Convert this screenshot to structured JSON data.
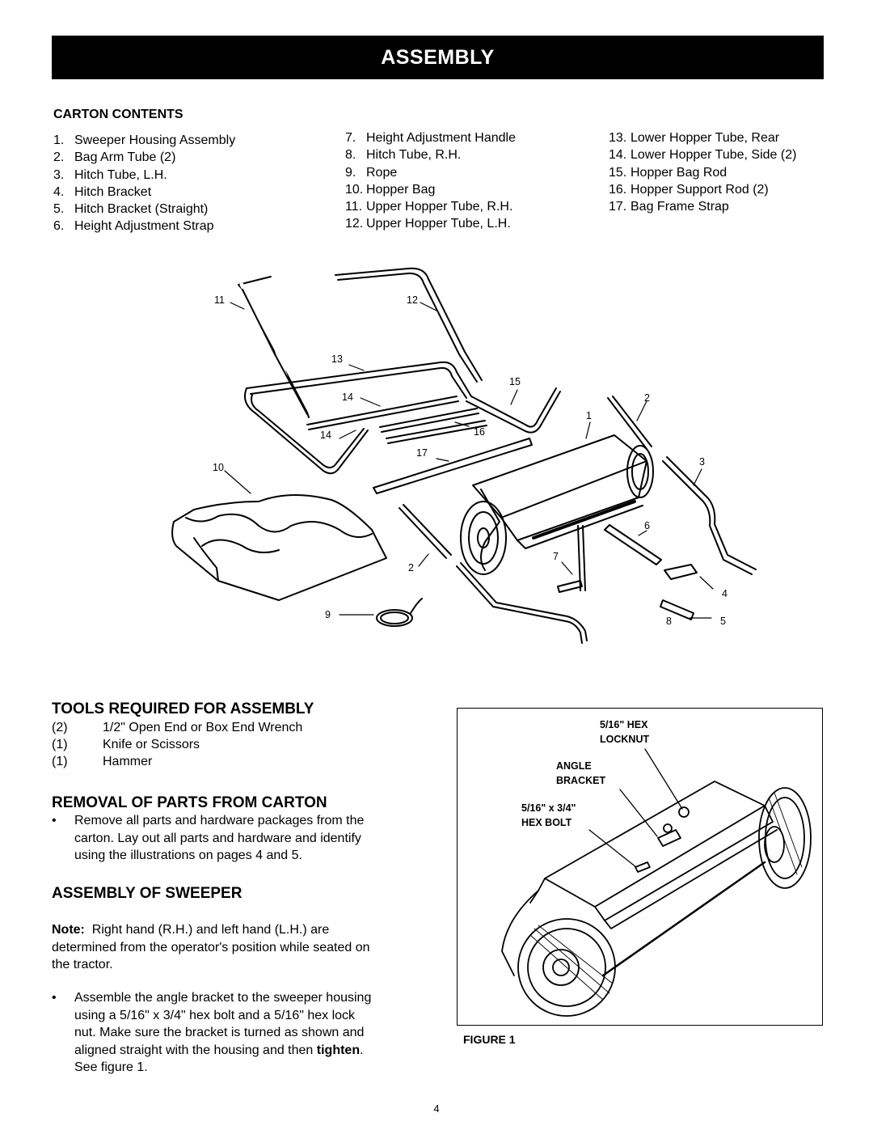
{
  "banner": "ASSEMBLY",
  "carton_contents": {
    "heading": "CARTON CONTENTS",
    "col1": [
      {
        "n": "1.",
        "t": "Sweeper Housing Assembly"
      },
      {
        "n": "2.",
        "t": "Bag Arm Tube (2)"
      },
      {
        "n": "3.",
        "t": "Hitch Tube, L.H."
      },
      {
        "n": "4.",
        "t": "Hitch Bracket"
      },
      {
        "n": "5.",
        "t": "Hitch Bracket (Straight)"
      },
      {
        "n": "6.",
        "t": "Height Adjustment Strap"
      }
    ],
    "col2": [
      {
        "n": "7.",
        "t": "Height Adjustment Handle"
      },
      {
        "n": "8.",
        "t": "Hitch Tube, R.H."
      },
      {
        "n": "9.",
        "t": "Rope"
      },
      {
        "n": "10.",
        "t": "Hopper Bag"
      },
      {
        "n": "11.",
        "t": "Upper Hopper Tube, R.H."
      },
      {
        "n": "12.",
        "t": "Upper Hopper Tube, L.H."
      }
    ],
    "col3": [
      {
        "n": "13.",
        "t": "Lower Hopper Tube, Rear"
      },
      {
        "n": "14.",
        "t": "Lower Hopper Tube, Side (2)"
      },
      {
        "n": "15.",
        "t": "Hopper Bag Rod"
      },
      {
        "n": "16.",
        "t": "Hopper Support Rod (2)"
      },
      {
        "n": "17.",
        "t": "Bag Frame Strap"
      }
    ]
  },
  "parts_callouts": [
    "11",
    "12",
    "13",
    "14",
    "15",
    "2",
    "1",
    "14",
    "16",
    "17",
    "10",
    "3",
    "6",
    "7",
    "2",
    "4",
    "9",
    "8",
    "5"
  ],
  "tools": {
    "heading": "TOOLS REQUIRED FOR ASSEMBLY",
    "items": [
      {
        "qty": "(2)",
        "name": "1/2\" Open End or Box End Wrench"
      },
      {
        "qty": "(1)",
        "name": "Knife or Scissors"
      },
      {
        "qty": "(1)",
        "name": "Hammer"
      }
    ]
  },
  "removal": {
    "heading": "REMOVAL OF PARTS FROM CARTON",
    "bullet": "•",
    "lines": [
      "Remove all parts and hardware packages from the",
      "carton. Lay out all parts and hardware and identify",
      "using the illustrations on pages 4 and 5."
    ]
  },
  "assembly_sweeper": {
    "heading": "ASSEMBLY OF SWEEPER",
    "note_label": "Note:",
    "note_lines": [
      "Right hand (R.H.) and left hand (L.H.) are",
      "determined from the operator's position while seated on",
      "the tractor."
    ],
    "bullet": "•",
    "step_lines": [
      "Assemble the angle bracket to the sweeper housing",
      "using a 5/16\" x 3/4\" hex bolt and a 5/16\" hex lock",
      "nut. Make sure the bracket is turned as shown and",
      "aligned straight with the housing and then",
      "See figure 1."
    ],
    "step_bold": "tighten",
    "step_after_bold": "."
  },
  "figure1": {
    "label_locknut": [
      "5/16\" HEX",
      "LOCKNUT"
    ],
    "label_bracket": [
      "ANGLE",
      "BRACKET"
    ],
    "label_bolt": [
      "5/16\" x 3/4\"",
      "HEX BOLT"
    ],
    "caption": "FIGURE 1"
  },
  "page_number": "4"
}
